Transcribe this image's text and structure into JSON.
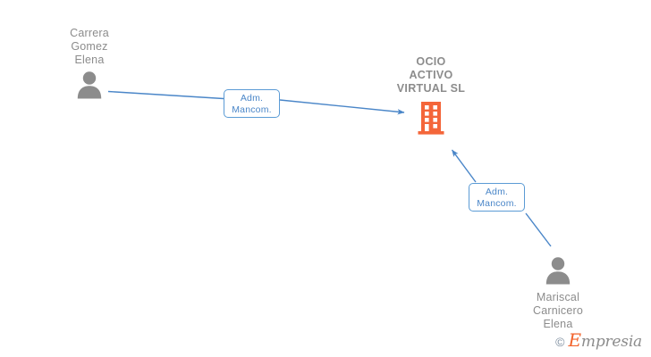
{
  "diagram": {
    "type": "org-relationship-graph",
    "background_color": "#ffffff",
    "accent_edge_color": "#4a86c8",
    "company_color": "#f4663a",
    "person_color": "#8c8c8c",
    "label_color": "#4a86c8"
  },
  "company": {
    "name": "OCIO\nACTIVO\nVIRTUAL  SL",
    "icon": "building-icon"
  },
  "people": [
    {
      "name": "Carrera\nGomez\nElena",
      "icon": "person-icon"
    },
    {
      "name": "Mariscal\nCarnicero\nElena",
      "icon": "person-icon"
    }
  ],
  "relations": [
    {
      "label": "Adm.\nMancom."
    },
    {
      "label": "Adm.\nMancom."
    }
  ],
  "watermark": {
    "copyright": "©",
    "brand_initial": "E",
    "brand_rest": "mpresia"
  }
}
